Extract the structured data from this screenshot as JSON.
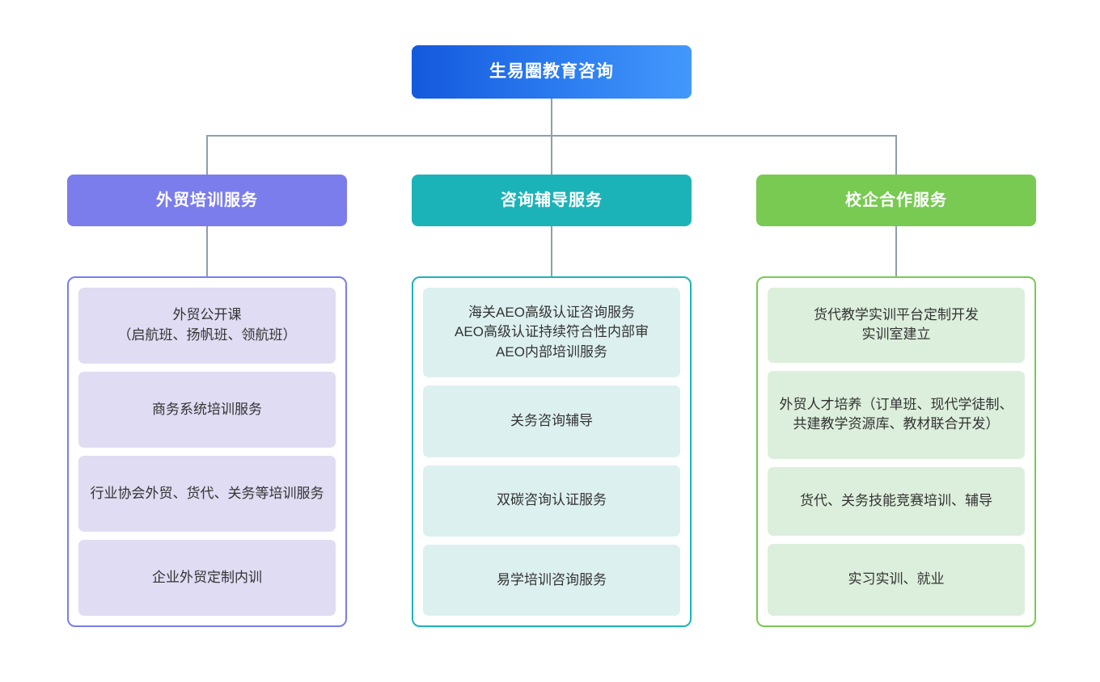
{
  "diagram": {
    "type": "organization-chart",
    "root": {
      "label": "生易圈教育咨询",
      "color_start": "#1459dd",
      "color_end": "#4398fb"
    },
    "connector_color": "#8f9fa8",
    "branches": [
      {
        "header": "外贸培训服务",
        "header_color": "#7b7ded",
        "card_color": "#e0dcf3",
        "items": [
          "外贸公开课\n（启航班、扬帆班、领航班）",
          "商务系统培训服务",
          "行业协会外贸、货代、关务等培训服务",
          "企业外贸定制内训"
        ]
      },
      {
        "header": "咨询辅导服务",
        "header_color": "#1cb3b8",
        "card_color": "#ddf0f0",
        "items": [
          "海关AEO高级认证咨询服务\nAEO高级认证持续符合性内部审\nAEO内部培训服务",
          "关务咨询辅导",
          "双碳咨询认证服务",
          "易学培训咨询服务"
        ]
      },
      {
        "header": "校企合作服务",
        "header_color": "#78ca52",
        "card_color": "#dcefdc",
        "items": [
          "货代教学实训平台定制开发\n实训室建立",
          "外贸人才培养（订单班、现代学徒制、共建教学资源库、教材联合开发）",
          "货代、关务技能竞赛培训、辅导",
          "实习实训、就业"
        ]
      }
    ]
  }
}
